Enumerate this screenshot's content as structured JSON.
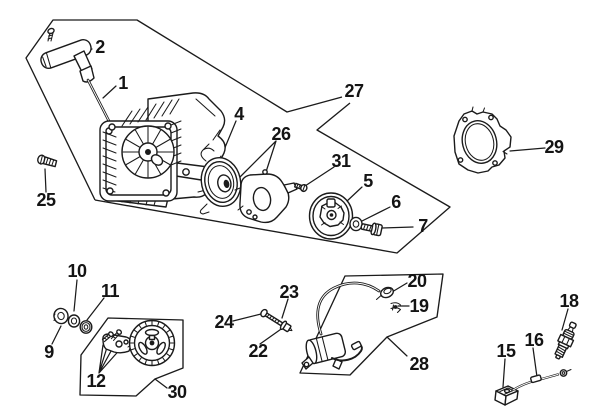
{
  "diagram": {
    "background": "#ffffff",
    "line_color": "#1b1b1b",
    "callouts": [
      {
        "label": "1"
      },
      {
        "label": "2"
      },
      {
        "label": "4"
      },
      {
        "label": "5"
      },
      {
        "label": "6"
      },
      {
        "label": "7"
      },
      {
        "label": "9"
      },
      {
        "label": "10"
      },
      {
        "label": "11"
      },
      {
        "label": "12"
      },
      {
        "label": "15"
      },
      {
        "label": "16"
      },
      {
        "label": "18"
      },
      {
        "label": "19"
      },
      {
        "label": "20"
      },
      {
        "label": "22"
      },
      {
        "label": "23"
      },
      {
        "label": "24"
      },
      {
        "label": "25"
      },
      {
        "label": "26"
      },
      {
        "label": "27"
      },
      {
        "label": "28"
      },
      {
        "label": "29"
      },
      {
        "label": "30"
      },
      {
        "label": "31"
      }
    ]
  }
}
